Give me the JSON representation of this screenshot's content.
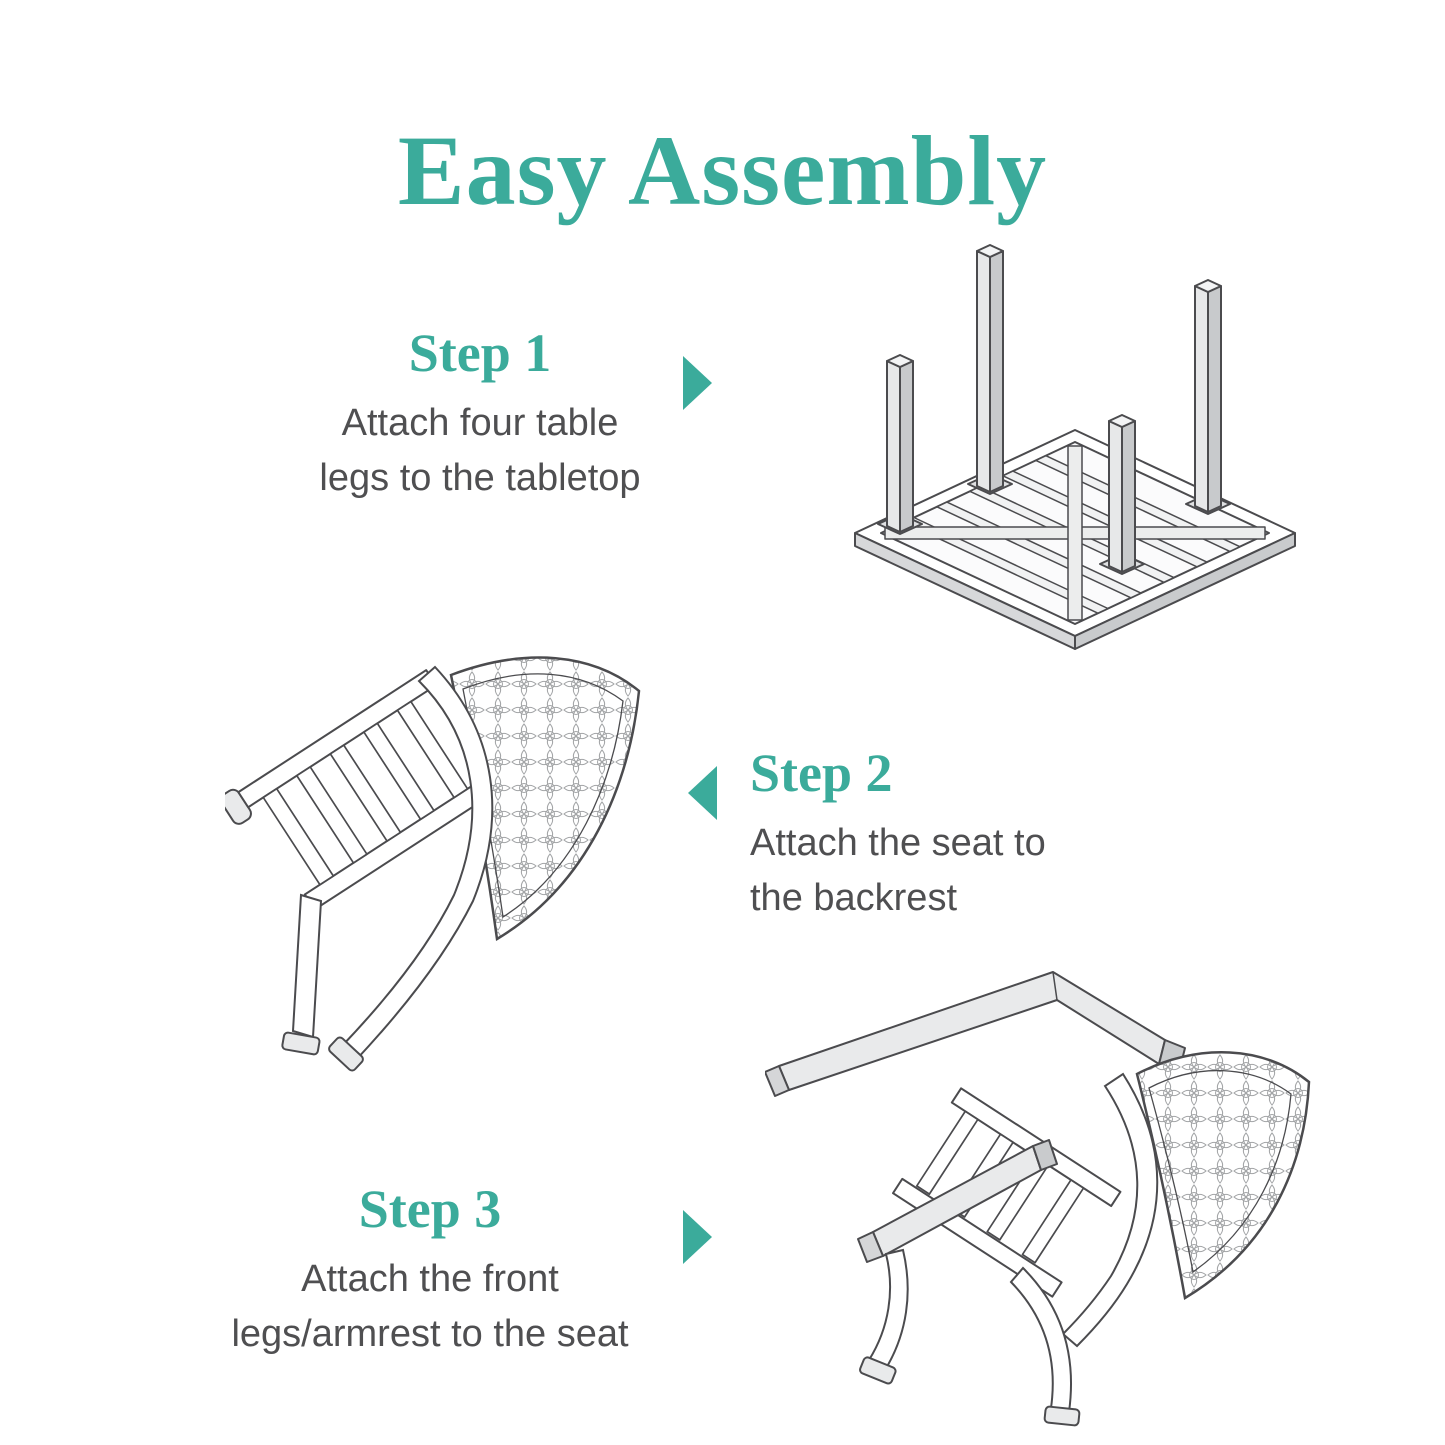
{
  "page": {
    "title": "Easy Assembly",
    "accent_color": "#3BAB9B",
    "text_color": "#4f4f51",
    "line_color": "#4b4b4e"
  },
  "steps": [
    {
      "label": "Step 1",
      "description": "Attach four table\nlegs to the tabletop",
      "arrow_direction": "right",
      "illustration": "upside-down-tabletop-with-four-legs"
    },
    {
      "label": "Step 2",
      "description": "Attach the seat to\nthe backrest",
      "arrow_direction": "left",
      "illustration": "chair-seat-and-backrest"
    },
    {
      "label": "Step 3",
      "description": "Attach the front\nlegs/armrest to the seat",
      "arrow_direction": "right",
      "illustration": "chair-front-legs-armrest-and-seat"
    }
  ]
}
